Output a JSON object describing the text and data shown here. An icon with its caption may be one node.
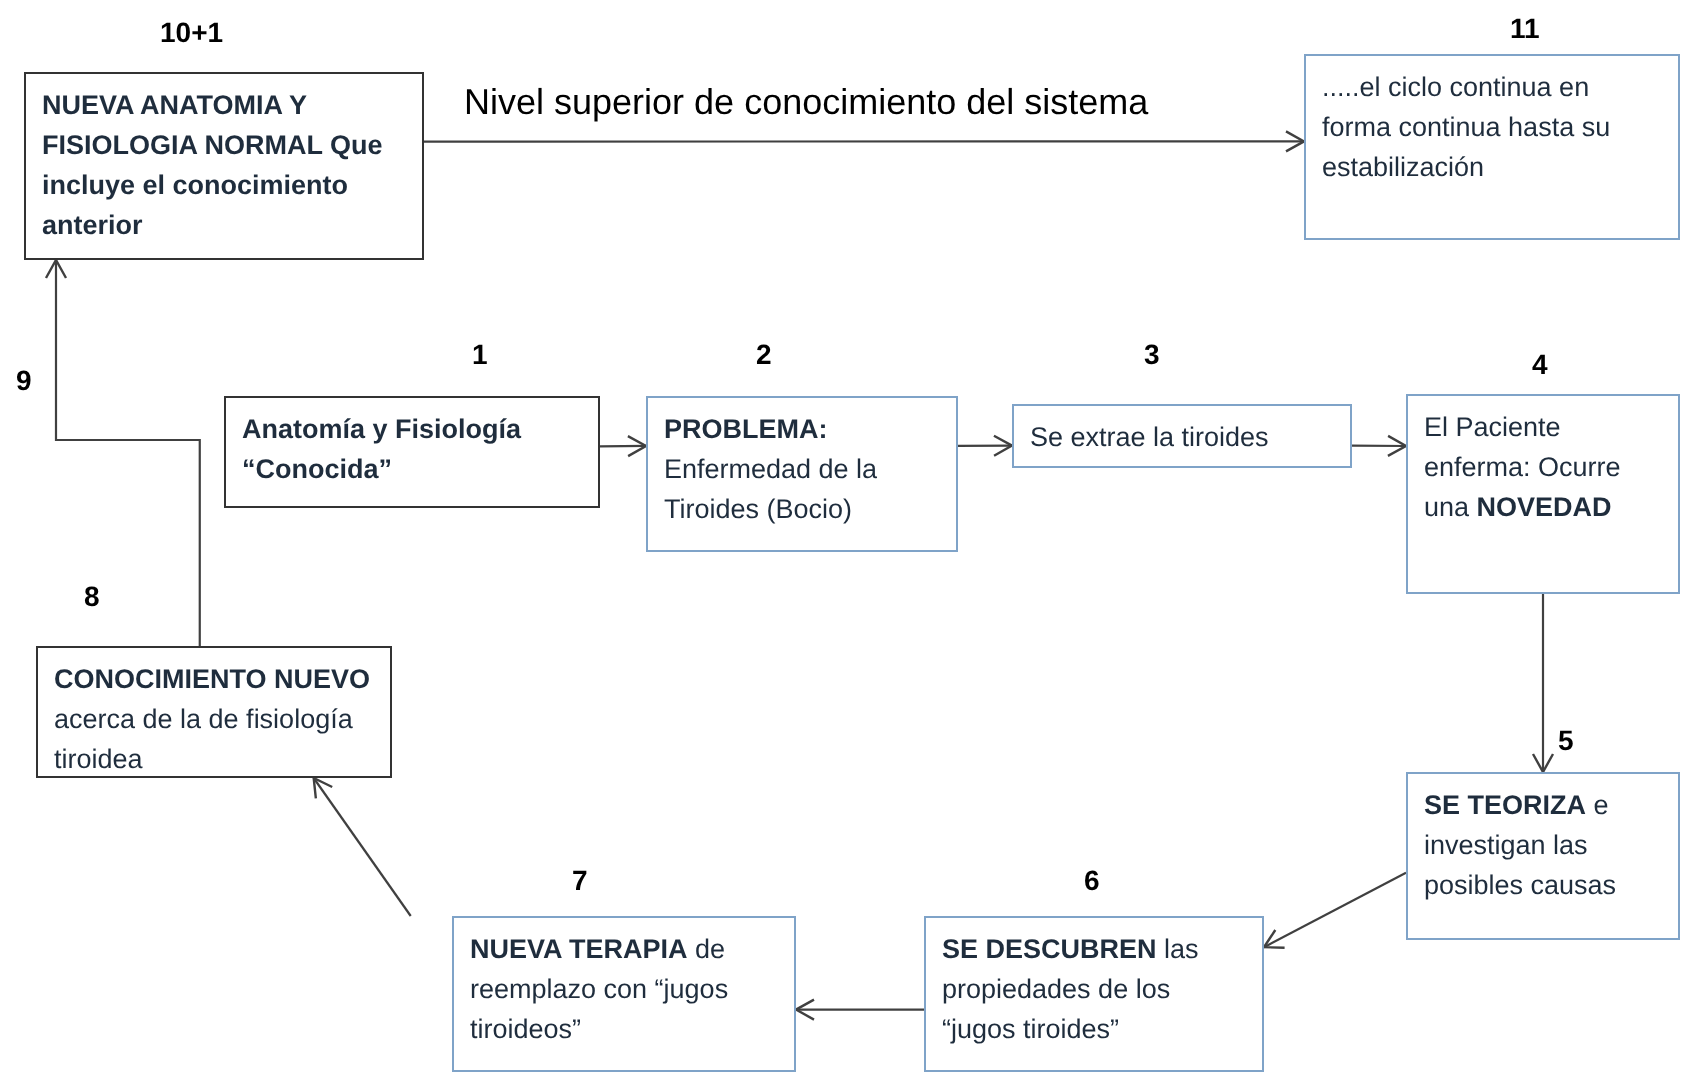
{
  "diagram": {
    "nodes": [
      {
        "text": [
          "NUEVA ANATOMIA Y FISIOLOGIA NORMAL Que incluye el conocimiento anterior"
        ],
        "beside": [
          "10+1"
        ]
      },
      {
        "text": [
          ".....el ciclo continua  en forma continua hasta su estabilización"
        ],
        "beside": [
          "11"
        ]
      },
      {
        "text": [
          "Anatomía  y Fisiología “Conocida”"
        ],
        "beside": [
          "1"
        ]
      },
      {
        "text": [
          "**PROBLEMA:** Enfermedad  de la Tiroides (Bocio)"
        ],
        "beside": [
          "2"
        ]
      },
      {
        "text": [
          "Se extrae la tiroides"
        ],
        "beside": [
          "3"
        ]
      },
      {
        "text": [
          "El Paciente enferma: Ocurre una **NOVEDAD**"
        ],
        "beside": [
          "4"
        ]
      },
      {
        "text": [
          "**SE TEORIZA** e investigan las posibles causas"
        ],
        "beside": [
          "5"
        ]
      },
      {
        "text": [
          "**SE DESCUBREN** las propiedades de los “jugos tiroides”"
        ],
        "beside": [
          "6"
        ]
      },
      {
        "text": [
          "**NUEVA TERAPIA** de reemplazo con “jugos tiroideos”"
        ],
        "beside": [
          "7"
        ]
      },
      {
        "text": [
          "**CONOCIMIENTO NUEVO** acerca de la de fisiología tiroidea"
        ],
        "beside": [
          "8"
        ]
      }
    ],
    "edges": [
      {
        "from": 0,
        "to": 1,
        "arrow": "to",
        "label": "Nivel superior de conocimiento del sistema"
      },
      {
        "from": 2,
        "to": 3,
        "arrow": "to"
      },
      {
        "from": 3,
        "to": 4,
        "arrow": "to"
      },
      {
        "from": 4,
        "to": 5,
        "arrow": "to"
      },
      {
        "from": 5,
        "to": 6,
        "arrow": "to"
      },
      {
        "from": 6,
        "to": 7,
        "arrow": "to"
      },
      {
        "from": 7,
        "to": 8,
        "arrow": "to"
      },
      {
        "from": 8,
        "to": 9,
        "arrow": "to"
      },
      {
        "from": 9,
        "to": 0,
        "arrow": "to",
        "label": "9"
      }
    ]
  }
}
